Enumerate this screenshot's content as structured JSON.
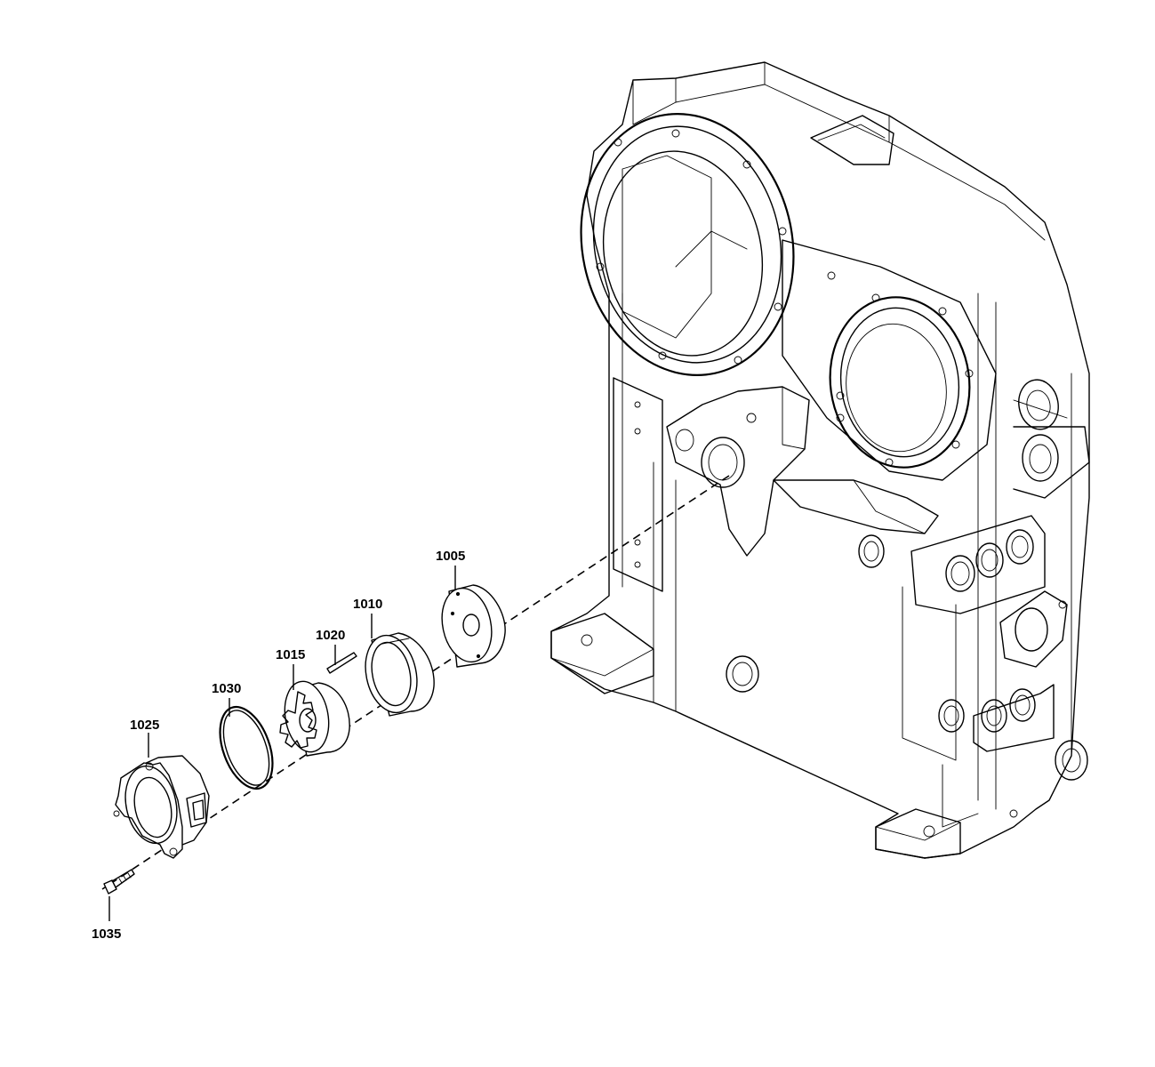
{
  "parts": [
    {
      "id": "1005"
    },
    {
      "id": "1010"
    },
    {
      "id": "1015"
    },
    {
      "id": "1020"
    },
    {
      "id": "1025"
    },
    {
      "id": "1030"
    },
    {
      "id": "1035"
    }
  ],
  "colors": {
    "line": "#000000",
    "background": "#ffffff"
  }
}
